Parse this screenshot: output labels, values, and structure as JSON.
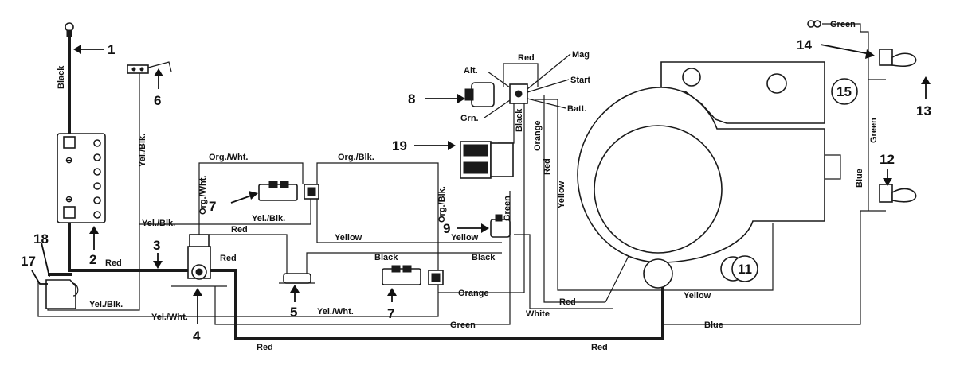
{
  "diagram": {
    "callouts": {
      "c1": "1",
      "c2": "2",
      "c3": "3",
      "c4": "4",
      "c5": "5",
      "c6": "6",
      "c7a": "7",
      "c7b": "7",
      "c8": "8",
      "c9": "9",
      "c11": "11",
      "c12": "12",
      "c13": "13",
      "c14": "14",
      "c15": "15",
      "c17": "17",
      "c18": "18",
      "c19": "19"
    },
    "wire_labels": {
      "black_battery": "Black",
      "red_battery": "Red",
      "yel_blk_vertical": "Yel./Blk.",
      "org_wht_top": "Org./Wht.",
      "org_wht_vertical": "Org./Wht.",
      "org_blk_top": "Org./Blk.",
      "org_blk_vertical": "Org./Blk.",
      "yel_blk_mid": "Yel./Blk.",
      "yel_blk_left": "Yel./Blk.",
      "yel_blk_bottom": "Yel./Blk.",
      "red_solenoid_top": "Red",
      "red_solenoid_right": "Red",
      "yellow_mid": "Yellow",
      "yellow_switch": "Yellow",
      "black_mid": "Black",
      "black_switch": "Black",
      "orange_bottom": "Orange",
      "yel_wht_bottom": "Yel./Wht.",
      "yel_wht_left": "Yel./Wht.",
      "green_bottom": "Green",
      "green_vertical": "Green",
      "white_bottom": "White",
      "red_engine": "Red",
      "yellow_engine": "Yellow",
      "blue_bottom": "Blue",
      "red_bottom_left": "Red",
      "red_bottom_right": "Red",
      "red_key_top": "Red",
      "black_key": "Black",
      "orange_key": "Orange",
      "red_key_vertical": "Red",
      "yellow_key_vertical": "Yellow",
      "green_light_top": "Green",
      "green_light_vertical": "Green",
      "blue_light_vertical": "Blue"
    },
    "terminal_labels": {
      "alt": "Alt.",
      "mag": "Mag",
      "start": "Start",
      "batt": "Batt.",
      "grn": "Grn."
    },
    "battery_marks": {
      "minus": "⊖",
      "plus": "⊕"
    }
  }
}
